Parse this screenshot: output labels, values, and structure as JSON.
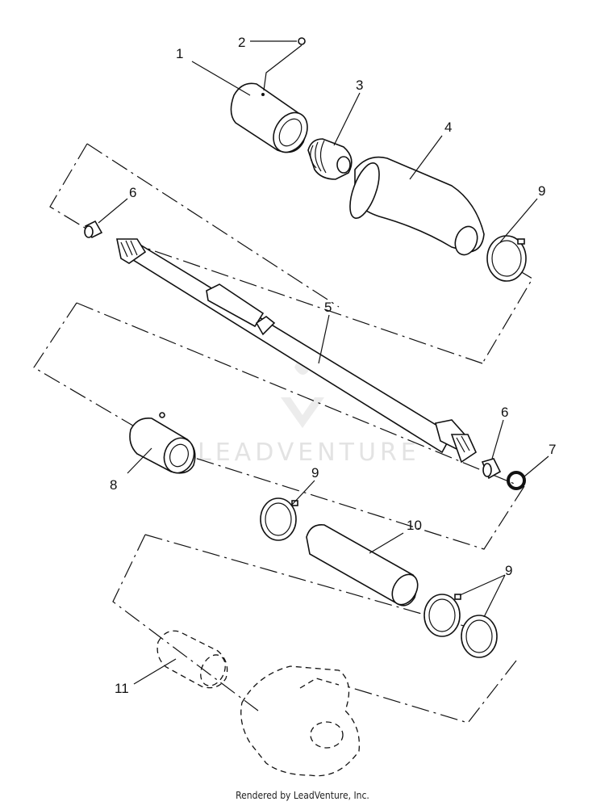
{
  "callouts": [
    "1",
    "2",
    "3",
    "4",
    "5",
    "6",
    "6",
    "7",
    "8",
    "9",
    "9",
    "9",
    "10",
    "11"
  ],
  "watermark": "LEADVENTURE",
  "footer": "Rendered by LeadVenture, Inc."
}
